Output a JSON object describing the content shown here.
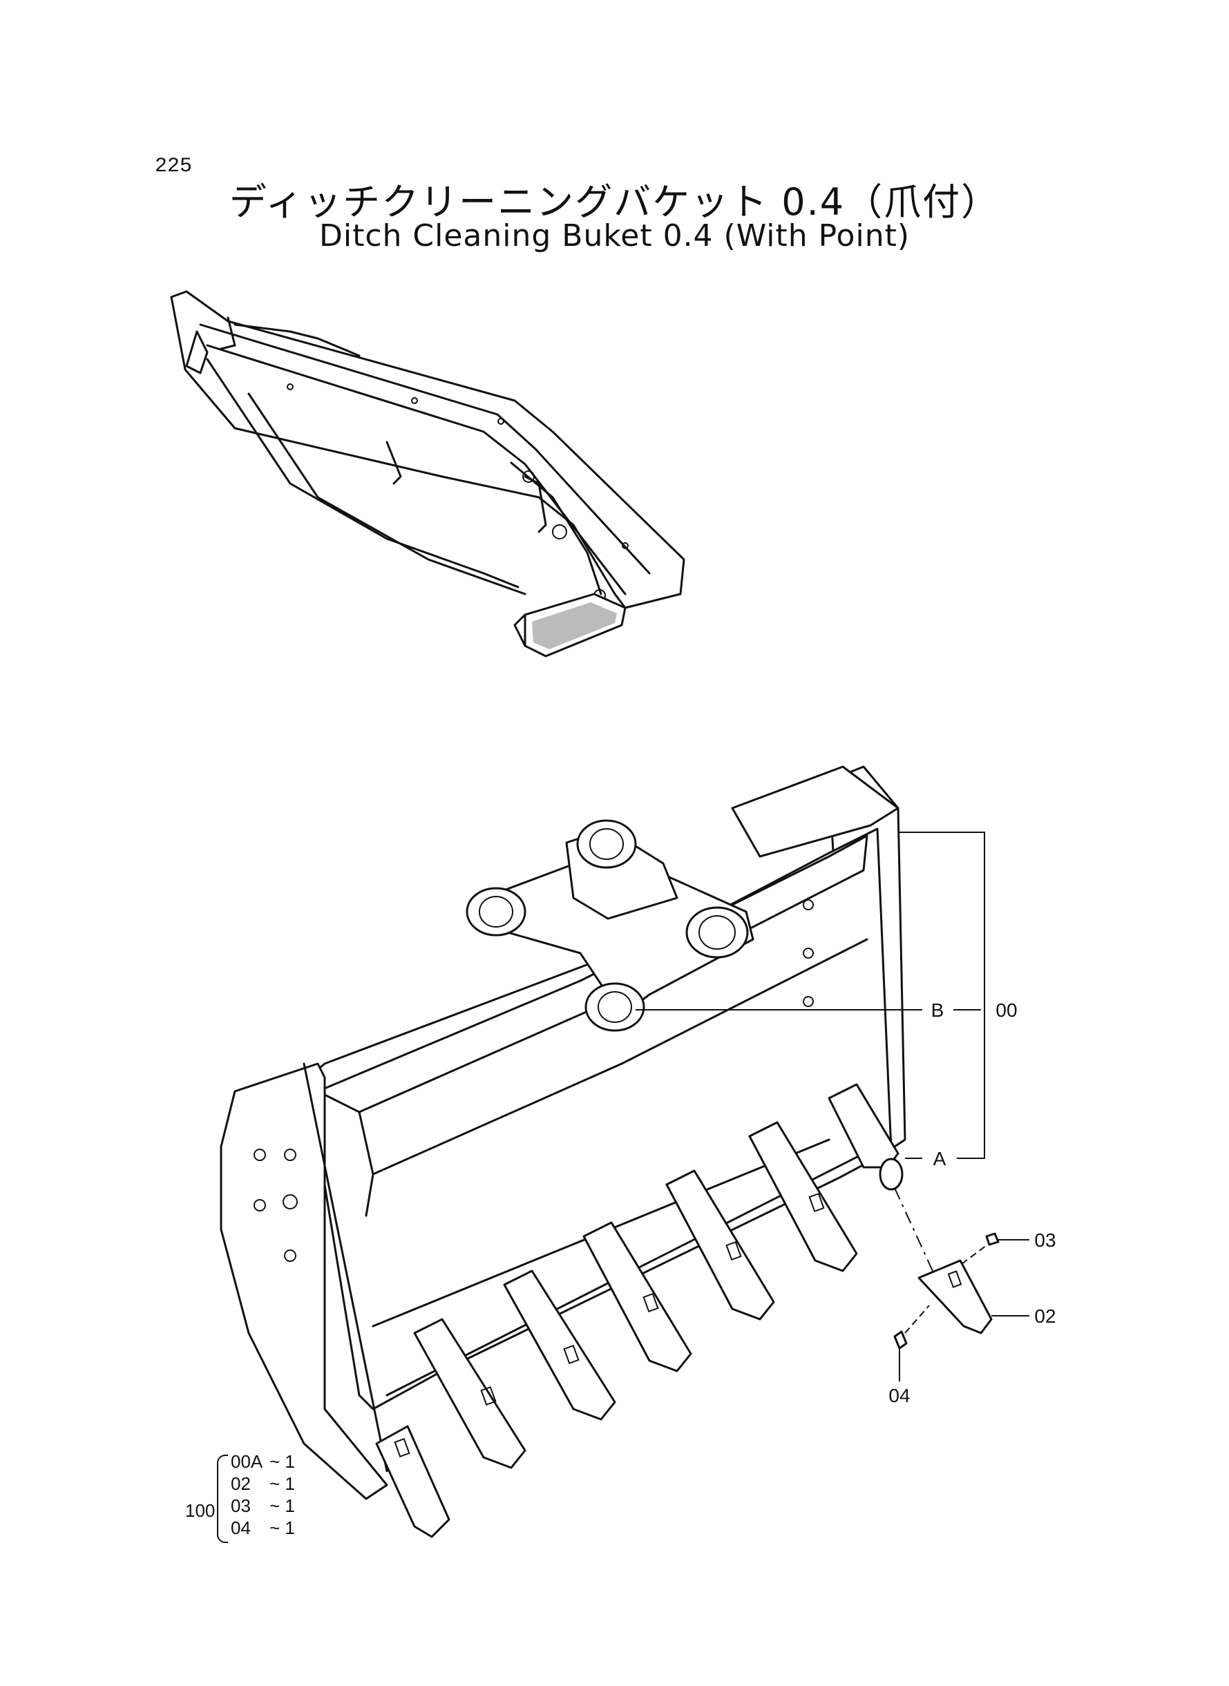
{
  "page": {
    "number": "225",
    "title_jp": "ディッチクリーニングバケット 0.4（爪付）",
    "title_en": "Ditch Cleaning Buket 0.4 (With Point)"
  },
  "callouts": {
    "b": "B",
    "a": "A",
    "p00": "00",
    "p03": "03",
    "p02": "02",
    "p04": "04"
  },
  "kit": {
    "number": "100",
    "items": [
      {
        "code": "00A",
        "qty": "~ 1"
      },
      {
        "code": "02",
        "qty": "~ 1"
      },
      {
        "code": "03",
        "qty": "~ 1"
      },
      {
        "code": "04",
        "qty": "~ 1"
      }
    ]
  }
}
